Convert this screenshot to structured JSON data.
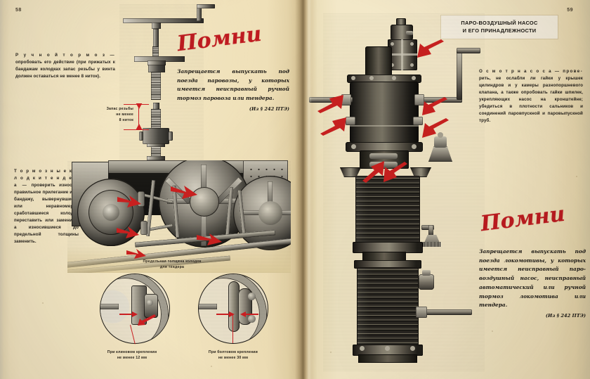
{
  "document": {
    "type": "two-page book spread",
    "language": "Russian",
    "paper_color": "#f3e7c6",
    "accent_red": "#bf1b20",
    "ink_color": "#231f1a"
  },
  "left_page": {
    "folio": "58",
    "hand_brake_note": "Р у ч н о й   т о р м о з — опробовать его действие (при прижатых к бандажам колодках запас резьбы у винта должен оставаться не менее 8 ниток).",
    "hand_brake_lead": "Р у ч н о й   т о р м о з —",
    "hand_brake_rest": "опробовать его действие (при прижатых к бандажам колодках запас резьбы у винта должен оставаться не менее 8 ниток).",
    "brake_shoes_lead": "Т о р м о з н ы е   к о л о д к и   т е н д е р а —",
    "brake_shoes_rest": "проверить износ и правильное прилегание их к бандажу, вывернувшиеся или неравномерно сработавшиеся колодки переставить или заменить, а износившиеся до предельной толщины заменить.",
    "pomni_heading": "Помни",
    "warning": "Запрещается выпускать под поезда паровозы, у которых имеется неисправный ручной тормоз паровоза или тендера.",
    "warning_source": "(Из § 242 ПТЭ)",
    "thread_reserve_label": "Запас резьбы\nне менее\n8 ниток",
    "thread_reserve_line1": "Запас  резьбы",
    "thread_reserve_line2": "не  менее",
    "thread_reserve_line3": "8 ниток",
    "shoe_thickness_caption_l1": "Предельная  толщина  колодок",
    "shoe_thickness_caption_l2": "для  тендера",
    "inset_left_l1": "При  клиновом  креплении",
    "inset_left_l2": "не  менее  12 мм",
    "inset_right_l1": "При  болтовом  креплении",
    "inset_right_l2": "не  менее  30 мм"
  },
  "right_page": {
    "folio": "59",
    "section_title_l1": "ПАРО-ВОЗДУШНЫЙ НАСОС",
    "section_title_l2": "И ЕГО ПРИНАДЛЕЖНОСТИ",
    "pump_inspection_lead": "О с м о т р   н а с о с а — прове-",
    "pump_inspection_rest": "рить, не ослабли ли гайки у крышек цилиндров и у камеры разнопоршневого клапана, а также опробовать гайки шпилек, укрепляющих насос на кронштейне; убедиться в плотности сальников и соединений паровпускной и паровыпускной труб.",
    "pomni_heading": "Помни",
    "warning": "Запрещается выпускать под поезда локомотивы, у которых имеется неисправный паро-воздушный насос, неисправный автоматический или ручной тормоз локомотива или тендера.",
    "warning_source": "(Из § 242 ПТЭ)"
  },
  "figures": {
    "hand_brake_screw": "hand brake screw and nut assembly, top view with bent handle",
    "tender_running_gear": "tender wheels with brake rigging and shoes, red arrows pointing at brake shoes",
    "shoe_inset_left": "wheel cross-section, wedge-type brake shoe fastening",
    "shoe_inset_right": "wheel cross-section, bolt-type brake shoe fastening",
    "air_pump": "cross-compound steam air pump, vertical, with red arrows at nuts and studs"
  },
  "arrows": {
    "color": "#c8201f",
    "count_tender": 5,
    "count_pump": 6
  }
}
